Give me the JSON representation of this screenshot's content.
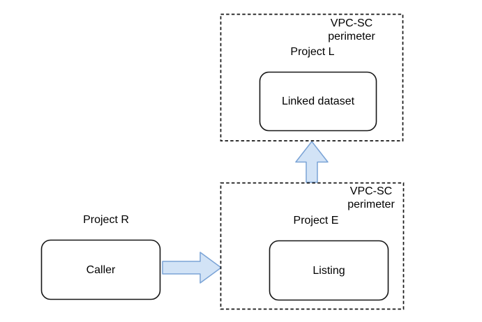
{
  "colors": {
    "background": "#ffffff",
    "line": "#161616",
    "arrow_fill": "#d2e3f6",
    "arrow_stroke": "#7aa3d6"
  },
  "top_perimeter": {
    "label_line1": "VPC-SC",
    "label_line2": "perimeter",
    "project": "Project L",
    "node": "Linked dataset"
  },
  "bottom_perimeter": {
    "label_line1": "VPC-SC",
    "label_line2": "perimeter",
    "project": "Project E",
    "node": "Listing"
  },
  "external": {
    "project": "Project R",
    "node": "Caller"
  },
  "arrows": [
    {
      "name": "listing-to-linked-dataset",
      "direction": "up"
    },
    {
      "name": "caller-to-listing",
      "direction": "right"
    }
  ]
}
